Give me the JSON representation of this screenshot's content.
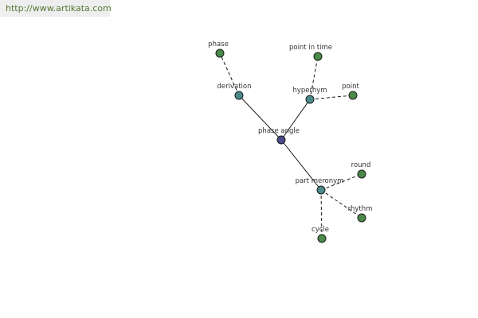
{
  "header": {
    "url_text": "http://www.artikata.com"
  },
  "graph": {
    "colors": {
      "center": "#4a4a8c",
      "relation": "#4a8a8a",
      "leaf": "#4a8a4a"
    },
    "nodes": [
      {
        "id": "phase-angle",
        "label": "phase angle",
        "kind": "center"
      },
      {
        "id": "derivation",
        "label": "derivation",
        "kind": "relation"
      },
      {
        "id": "hyperhym",
        "label": "hyperhym",
        "kind": "relation"
      },
      {
        "id": "part-meronym",
        "label": "part meronym",
        "kind": "relation"
      },
      {
        "id": "phase",
        "label": "phase",
        "kind": "leaf"
      },
      {
        "id": "point-in-time",
        "label": "point in time",
        "kind": "leaf"
      },
      {
        "id": "point",
        "label": "point",
        "kind": "leaf"
      },
      {
        "id": "round",
        "label": "round",
        "kind": "leaf"
      },
      {
        "id": "rhythm",
        "label": "rhythm",
        "kind": "leaf"
      },
      {
        "id": "cycle",
        "label": "cycle",
        "kind": "leaf"
      }
    ],
    "edges": [
      {
        "from": "phase-angle",
        "to": "derivation",
        "style": "solid"
      },
      {
        "from": "phase-angle",
        "to": "hyperhym",
        "style": "solid"
      },
      {
        "from": "phase-angle",
        "to": "part-meronym",
        "style": "solid"
      },
      {
        "from": "derivation",
        "to": "phase",
        "style": "dashed"
      },
      {
        "from": "hyperhym",
        "to": "point-in-time",
        "style": "dashed"
      },
      {
        "from": "hyperhym",
        "to": "point",
        "style": "dashed"
      },
      {
        "from": "part-meronym",
        "to": "round",
        "style": "dashed"
      },
      {
        "from": "part-meronym",
        "to": "rhythm",
        "style": "dashed"
      },
      {
        "from": "part-meronym",
        "to": "cycle",
        "style": "dashed"
      }
    ]
  }
}
